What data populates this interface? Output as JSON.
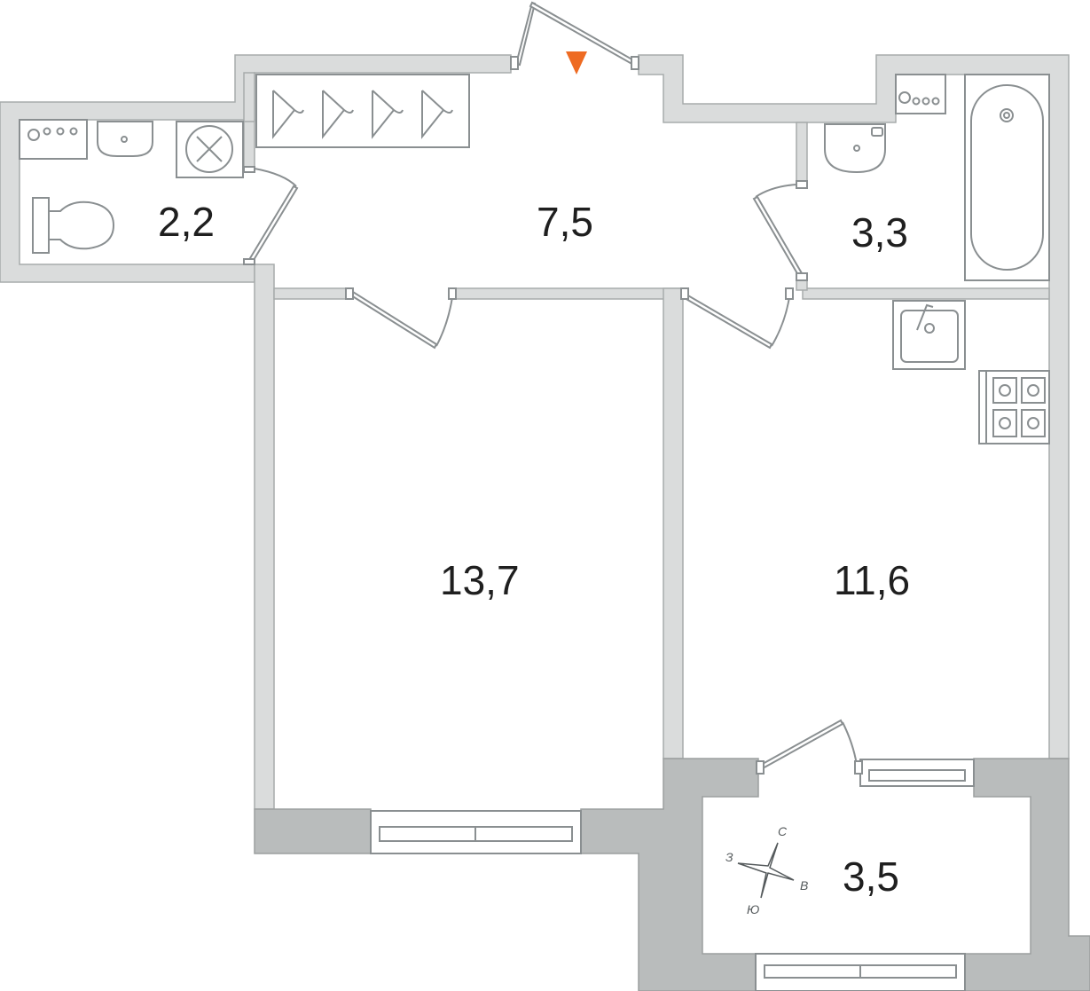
{
  "rooms": [
    {
      "id": "bathroom-small",
      "area": "2,2"
    },
    {
      "id": "hall",
      "area": "7,5"
    },
    {
      "id": "bathroom",
      "area": "3,3"
    },
    {
      "id": "room",
      "area": "13,7"
    },
    {
      "id": "kitchen",
      "area": "11,6"
    },
    {
      "id": "loggia",
      "area": "3,5"
    }
  ],
  "compass": {
    "north": "С",
    "east": "В",
    "south": "Ю",
    "west": "З"
  },
  "colors": {
    "entrance_marker": "#ee6b22",
    "wall_fill": "#dadcdc",
    "wall_outer_fill": "#b9bcbc",
    "fixture_stroke": "#8a8f91"
  }
}
